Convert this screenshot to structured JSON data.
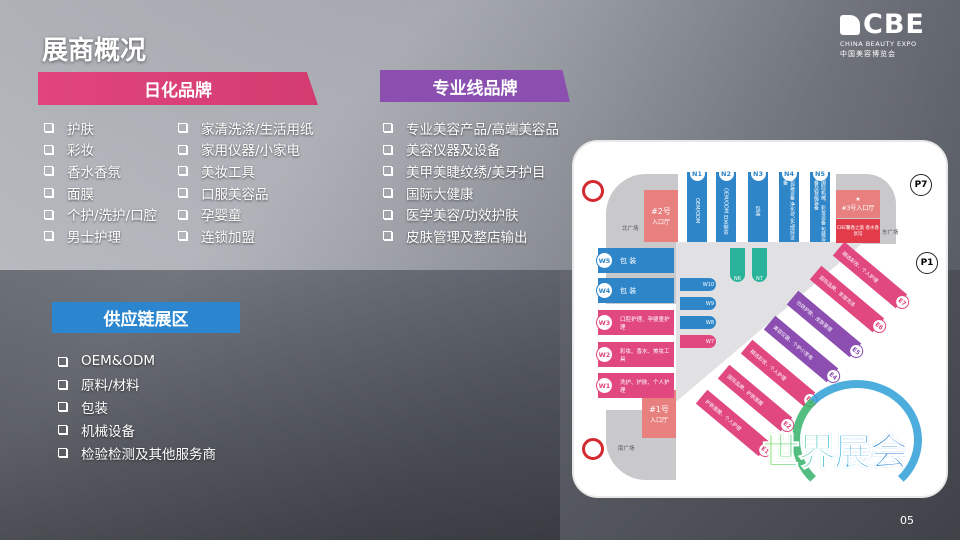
{
  "title": "展商概况",
  "logo": {
    "brand": "CBE",
    "en": "CHINA BEAUTY EXPO",
    "cn": "中国美容博览会"
  },
  "sections": {
    "daily": {
      "label": "日化品牌",
      "col1": [
        "护肤",
        "彩妆",
        "香水香氛",
        "面膜",
        "个护/洗护/口腔",
        "男士护理"
      ],
      "col2": [
        "家清洗涤/生活用纸",
        "家用仪器/小家电",
        "美妆工具",
        "口服美容品",
        "孕婴童",
        "连锁加盟"
      ]
    },
    "pro": {
      "label": "专业线品牌",
      "items": [
        "专业美容产品/高端美容品",
        "美容仪器及设备",
        "美甲美睫纹绣/美牙护目",
        "国际大健康",
        "医学美容/功效护肤",
        "皮肤管理及整店输出"
      ]
    },
    "supply": {
      "label": "供应链展区",
      "items": [
        "OEM&ODM",
        "原料/材料",
        "包装",
        "机械设备",
        "检验检测及其他服务商"
      ]
    }
  },
  "map": {
    "north": [
      {
        "id": "N1",
        "text": "OEM/ODM"
      },
      {
        "id": "N2",
        "text": "OEM/ODM 日本制造"
      },
      {
        "id": "N3",
        "text": "包装"
      },
      {
        "id": "N4",
        "text": "包装设备 净化/气化/搅拌设备"
      },
      {
        "id": "N5",
        "text": "国际机械、彩妆设备 包装设备及智能装备"
      }
    ],
    "west": [
      {
        "id": "W5",
        "text": "包 装"
      },
      {
        "id": "W4",
        "text": "包 装"
      },
      {
        "id": "W3",
        "text": "口腔护理、孕婴童护理"
      },
      {
        "id": "W2",
        "text": "彩妆、香水、美妆工具"
      },
      {
        "id": "W1",
        "text": "洗护、护肤、个人护理"
      }
    ],
    "west_small": [
      "W10",
      "W9",
      "W8",
      "W7"
    ],
    "mid": [
      "N6",
      "N7"
    ],
    "east": [
      {
        "id": "E1",
        "text": "护肤面膜、个人护理"
      },
      {
        "id": "E2",
        "text": "国际品牌、护肤面膜"
      },
      {
        "id": "E3",
        "text": "精选彩妆、个人护理"
      },
      {
        "id": "E4",
        "text": "美容仪器、个护小家电"
      },
      {
        "id": "E5",
        "text": "功效护肤、皮肤管理"
      },
      {
        "id": "E6",
        "text": "国际品牌、家居洗涤"
      },
      {
        "id": "E7",
        "text": "精选彩妆、个人护理"
      }
    ],
    "entrances": {
      "e2": "#2号",
      "e2b": "入口厅",
      "e3": "#3号入口厅",
      "e3b": "CBE馨香之旅 香水香氛馆",
      "e1": "#1号",
      "e1b": "入口厅"
    },
    "plazas": {
      "north": "北广场",
      "east": "东广场",
      "south": "南广场"
    },
    "parking": [
      "P7",
      "P1"
    ]
  },
  "expo_logo": "世界展会",
  "page_number": "05",
  "colors": {
    "pink": "#e0487f",
    "purple": "#8c4fb1",
    "blue": "#2e86c9"
  }
}
